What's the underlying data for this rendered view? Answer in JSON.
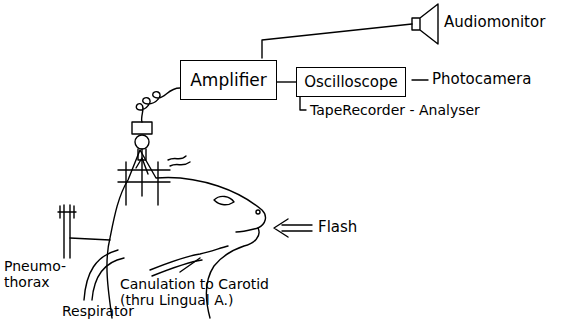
{
  "diagram": {
    "nodes": [
      {
        "text": [
          "Amplifier"
        ]
      },
      {
        "text": [
          "Oscilloscope"
        ]
      }
    ],
    "edges": [
      {
        "from": 0,
        "to": 1,
        "arrow": "none"
      }
    ],
    "labels": [
      "Audiomonitor",
      "Photocamera",
      "TapeRecorder - Analyser",
      "Flash",
      "Pneumo- thorax",
      "Canulation to Carotid (thru Lingual A.)",
      "Respirator"
    ]
  }
}
